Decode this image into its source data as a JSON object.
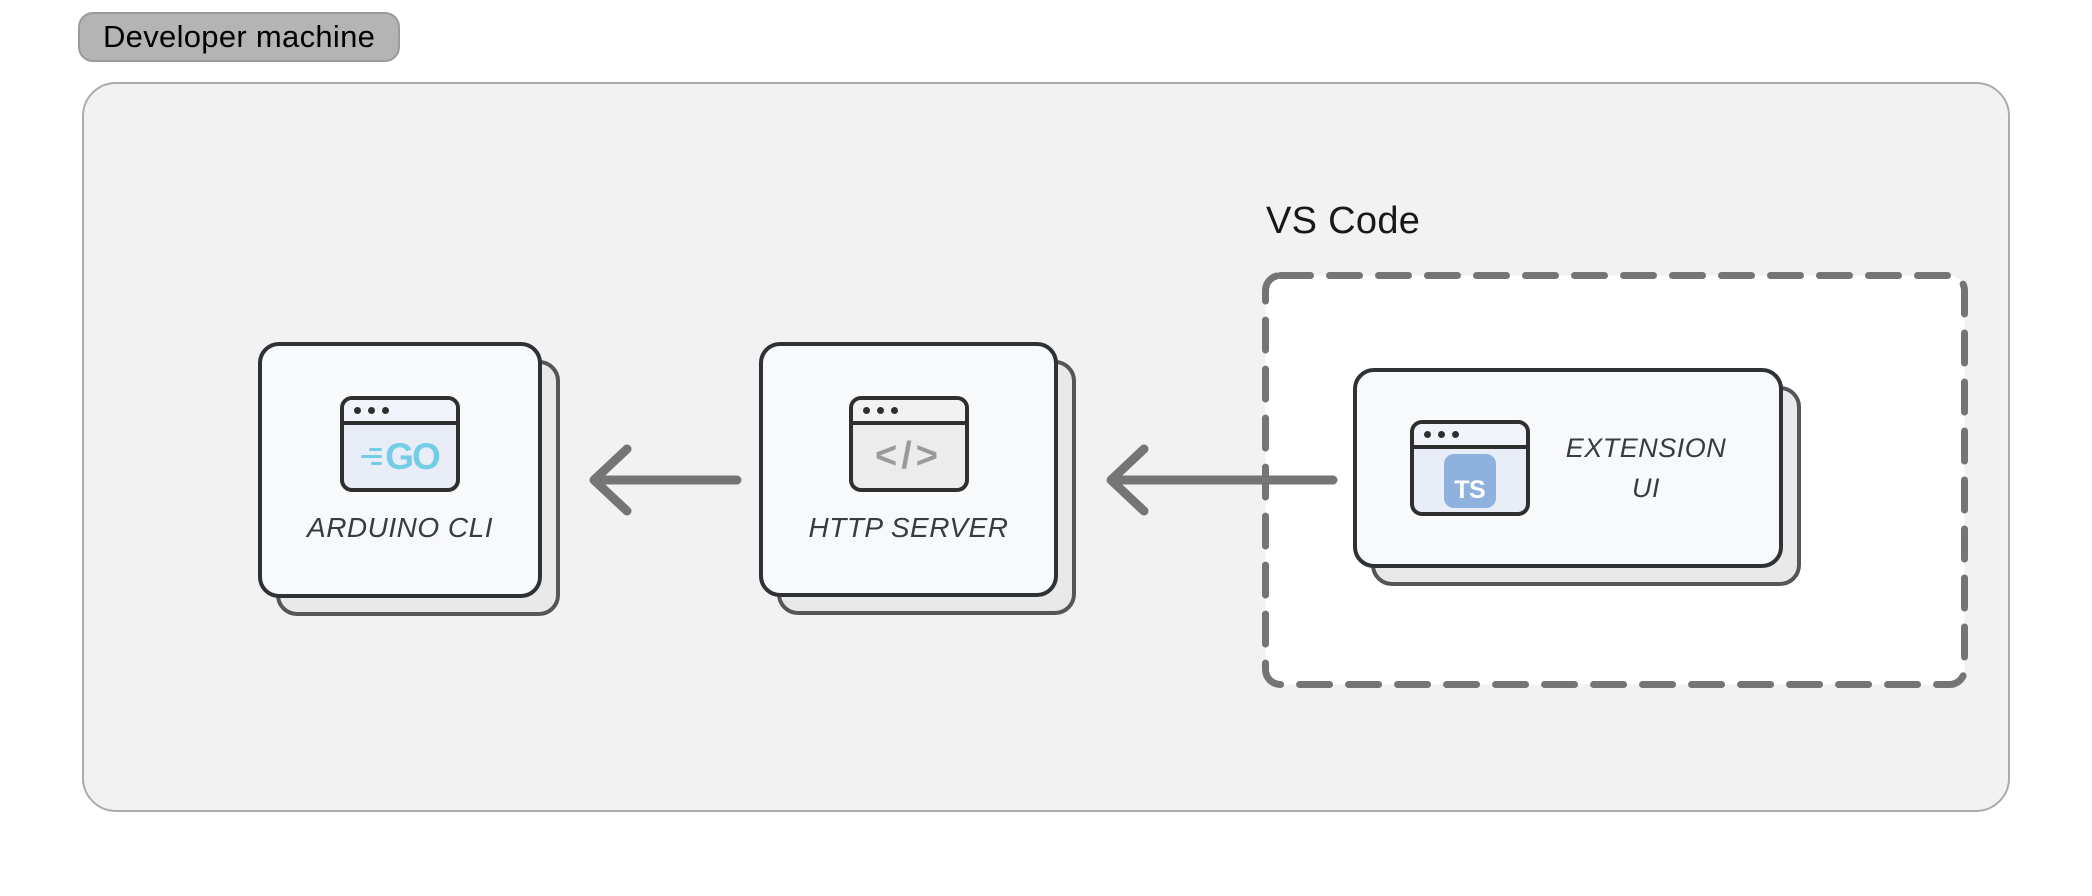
{
  "badge": {
    "label": "Developer machine"
  },
  "vscode_group": {
    "label": "VS Code"
  },
  "nodes": [
    {
      "id": "arduino-cli",
      "label": "ARDUINO CLI",
      "icon": "browser-window-go-icon",
      "icon_text": "GO"
    },
    {
      "id": "http-server",
      "label": "HTTP SERVER",
      "icon": "browser-window-code-icon",
      "icon_text": "</>"
    },
    {
      "id": "extension-ui",
      "label": "EXTENSION UI",
      "label_lines": [
        "EXTENSION",
        "UI"
      ],
      "icon": "browser-window-ts-icon",
      "icon_text": "TS"
    }
  ],
  "edges": [
    {
      "from": "extension-ui",
      "to": "http-server",
      "direction": "left"
    },
    {
      "from": "http-server",
      "to": "arduino-cli",
      "direction": "left"
    }
  ],
  "colors": {
    "canvas_bg": "#ffffff",
    "container_bg": "#f2f2f2",
    "container_border": "#ababab",
    "badge_bg": "#b4b4b4",
    "card_bg": "#f8f9fa",
    "card_border": "#2e3136",
    "card_shadow_bg": "#e9e9e9",
    "card_shadow_border": "#565656",
    "dashed_group_border": "#757575",
    "dashed_group_bg": "#ffffff",
    "arrow": "#757575",
    "label_text": "#383b41",
    "go_cyan": "#74cde6",
    "ts_blue": "#8fb1de",
    "code_gray": "#9a9a9a"
  }
}
